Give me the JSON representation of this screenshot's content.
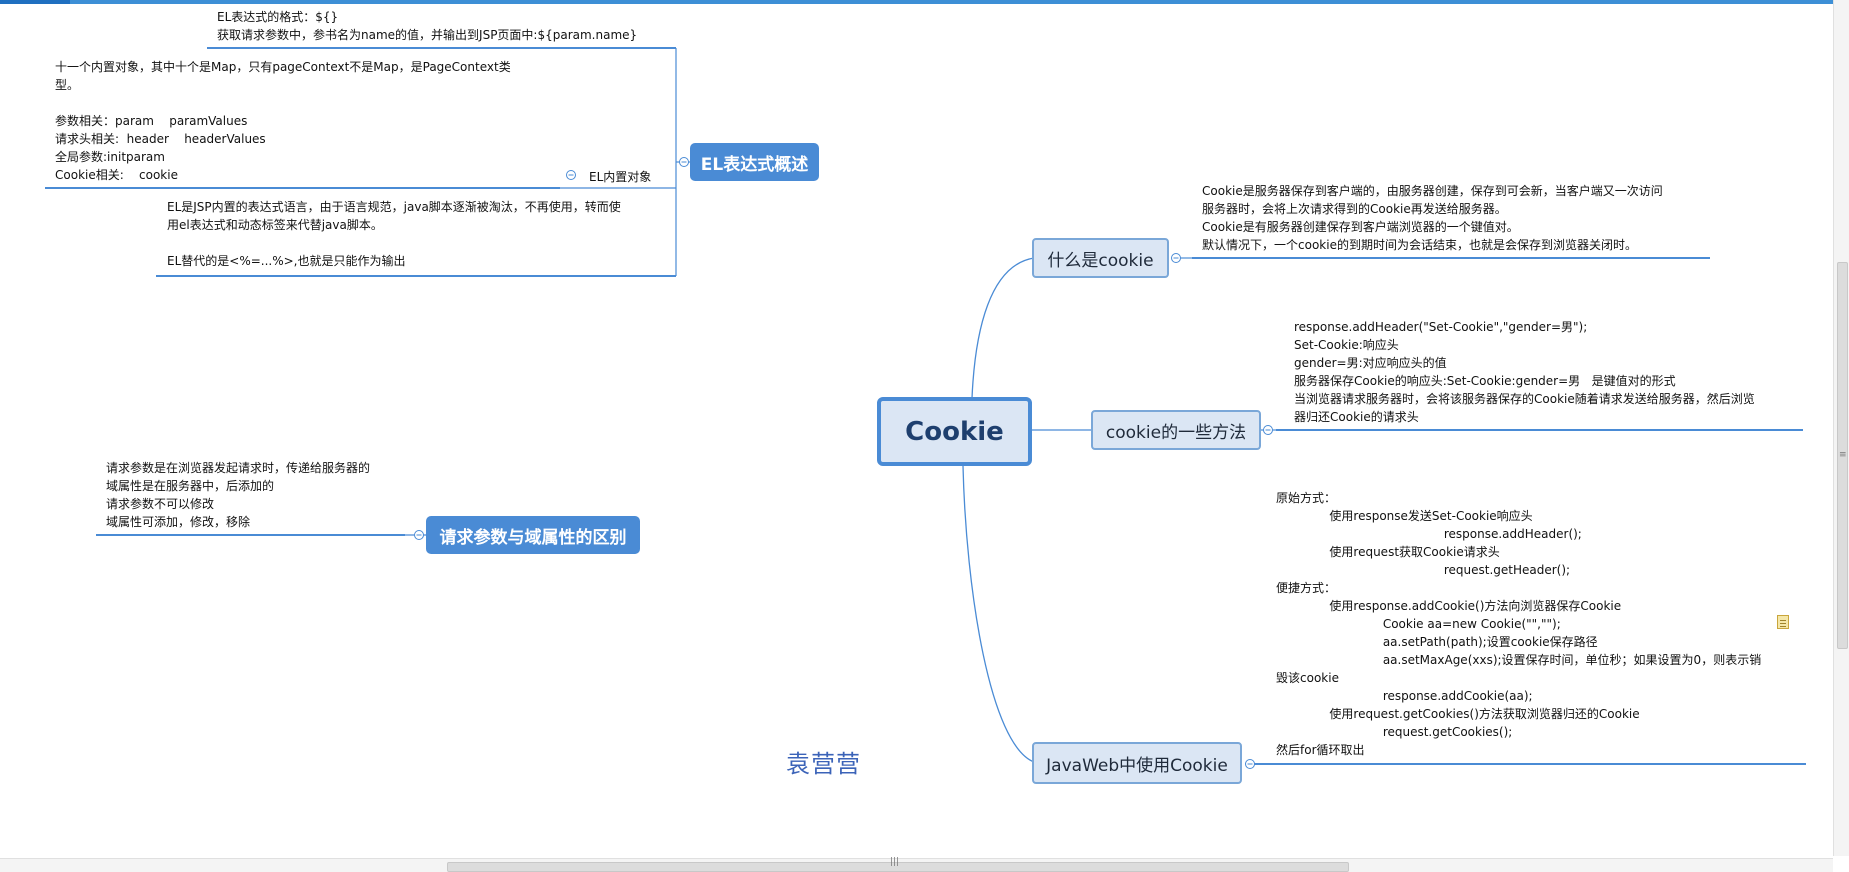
{
  "central": "Cookie",
  "el_overview": {
    "title": "EL表达式概述",
    "format_note": "EL表达式的格式：${}\n获取请求参数中，参书名为name的值，并输出到JSP页面中:${param.name}",
    "builtin_note": "十一个内置对象，其中十个是Map，只有pageContext不是Map，是PageContext类\n型。\n\n参数相关：param    paramValues\n请求头相关:  header    headerValues\n全局参数:initparam\nCookie相关:    cookie",
    "builtin_label": "EL内置对象",
    "intro_note": "EL是JSP内置的表达式语言，由于语言规范，java脚本逐渐被淘汰，不再使用，转而使\n用el表达式和动态标签来代替java脚本。\n\nEL替代的是<%=...%>,也就是只能作为输出"
  },
  "request_vs_scope": {
    "title": "请求参数与域属性的区别",
    "note": "请求参数是在浏览器发起请求时，传递给服务器的\n域属性是在服务器中，后添加的\n请求参数不可以修改\n域属性可添加，修改，移除"
  },
  "what_is_cookie": {
    "title": "什么是cookie",
    "note": "Cookie是服务器保存到客户端的，由服务器创建，保存到可会新，当客户端又一次访问\n服务器时，会将上次请求得到的Cookie再发送给服务器。\nCookie是有服务器创建保存到客户端浏览器的一个键值对。\n默认情况下，一个cookie的到期时间为会话结束，也就是会保存到浏览器关闭时。"
  },
  "cookie_methods": {
    "title": "cookie的一些方法",
    "note": "response.addHeader(\"Set-Cookie\",\"gender=男\");\nSet-Cookie:响应头\ngender=男:对应响应头的值\n服务器保存Cookie的响应头:Set-Cookie:gender=男   是键值对的形式\n当浏览器请求服务器时，会将该服务器保存的Cookie随着请求发送给服务器，然后浏览\n器归还Cookie的请求头"
  },
  "javaweb_cookie": {
    "title": "JavaWeb中使用Cookie",
    "note": "原始方式：\n              使用response发送Set-Cookie响应头\n                                            response.addHeader();\n              使用request获取Cookie请求头\n                                            request.getHeader();\n便捷方式：\n              使用response.addCookie()方法向浏览器保存Cookie\n                            Cookie aa=new Cookie(\"\",\"\");\n                            aa.setPath(path);设置cookie保存路径\n                            aa.setMaxAge(xxs);设置保存时间，单位秒；如果设置为0，则表示销\n毁该cookie\n                            response.addCookie(aa);\n              使用request.getCookies()方法获取浏览器归还的Cookie\n                            request.getCookies();\n然后for循环取出"
  },
  "author": "袁营营",
  "colors": {
    "accent": "#4a8bd5",
    "topic_fill": "#dbe6f4",
    "line": "#4a8bd5"
  },
  "icons": {
    "collapse": "minus-circle-icon",
    "note": "note-icon"
  }
}
